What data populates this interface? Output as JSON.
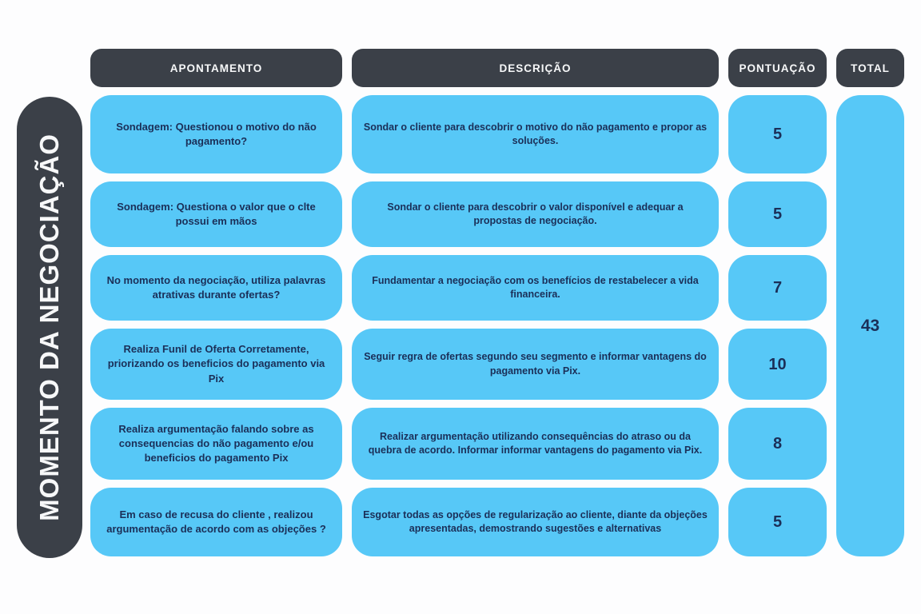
{
  "chart_data": {
    "type": "table",
    "title": "MOMENTO DA NEGOCIAÇÃO",
    "columns": {
      "apontamento": "APONTAMENTO",
      "descricao": "DESCRIÇÃO",
      "pontuacao": "PONTUAÇÃO",
      "total": "TOTAL"
    },
    "rows": [
      {
        "apontamento": "Sondagem: Questionou o motivo do não pagamento?",
        "descricao": "Sondar o cliente para descobrir o motivo do não pagamento e propor as soluções.",
        "pontuacao": 5
      },
      {
        "apontamento": "Sondagem: Questiona o valor que o clte possui em mãos",
        "descricao": "Sondar o cliente para descobrir o valor disponível e adequar a propostas de negociação.",
        "pontuacao": 5
      },
      {
        "apontamento": "No momento da negociação, utiliza palavras atrativas durante ofertas?",
        "descricao": "Fundamentar a negociação com os benefícios de restabelecer a vida financeira.",
        "pontuacao": 7
      },
      {
        "apontamento": "Realiza Funil de Oferta Corretamente, priorizando os beneficios do pagamento via Pix",
        "descricao": "Seguir regra de ofertas segundo seu segmento e informar vantagens do pagamento via Pix.",
        "pontuacao": 10
      },
      {
        "apontamento": "Realiza argumentação falando sobre as consequencias do não pagamento e/ou beneficios do pagamento Pix",
        "descricao": "Realizar argumentação utilizando consequências do atraso ou da quebra de acordo. Informar informar vantagens do pagamento via Pix.",
        "pontuacao": 8
      },
      {
        "apontamento": "Em caso de recusa do cliente , realizou argumentação de acordo com as objeções ?",
        "descricao": "Esgotar todas as opções de regularização ao cliente, diante da objeções apresentadas, demostrando sugestões e alternativas",
        "pontuacao": 5
      }
    ],
    "total": 43
  },
  "colors": {
    "dark": "#3b4048",
    "blue": "#57c8f7",
    "navy": "#1b2f58",
    "light": "#f7f8f9",
    "background": "#fdfdfe"
  }
}
